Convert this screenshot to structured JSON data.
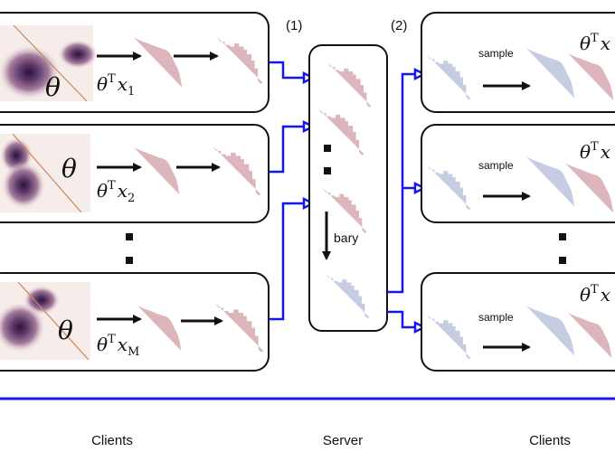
{
  "colors": {
    "connector": "#1515f0",
    "client_density": "#dcb6ba",
    "server_barycenter": "#c6cde3",
    "heatmap_bg": "#f6ece9",
    "projection_line": "#c8875a"
  },
  "step_labels": {
    "step1": "(1)",
    "step2": "(2)"
  },
  "theta": "θ",
  "clients_left": [
    {
      "theta": "θ",
      "proj_base": "θ",
      "proj_sup": "T",
      "proj_var": "x",
      "proj_sub": "1"
    },
    {
      "theta": "θ",
      "proj_base": "θ",
      "proj_sup": "T",
      "proj_var": "x",
      "proj_sub": "2"
    },
    {
      "theta": "θ",
      "proj_base": "θ",
      "proj_sup": "T",
      "proj_var": "x",
      "proj_sub": "M"
    }
  ],
  "server": {
    "bary_label": "bary"
  },
  "clients_right": [
    {
      "sample_label": "sample",
      "proj_base": "θ",
      "proj_sup": "T",
      "proj_var": "x"
    },
    {
      "sample_label": "sample",
      "proj_base": "θ",
      "proj_sup": "T",
      "proj_var": "x"
    },
    {
      "sample_label": "sample",
      "proj_base": "θ",
      "proj_sup": "T",
      "proj_var": "x"
    }
  ],
  "footer": {
    "left": "Clients",
    "center": "Server",
    "right": "Clients"
  }
}
